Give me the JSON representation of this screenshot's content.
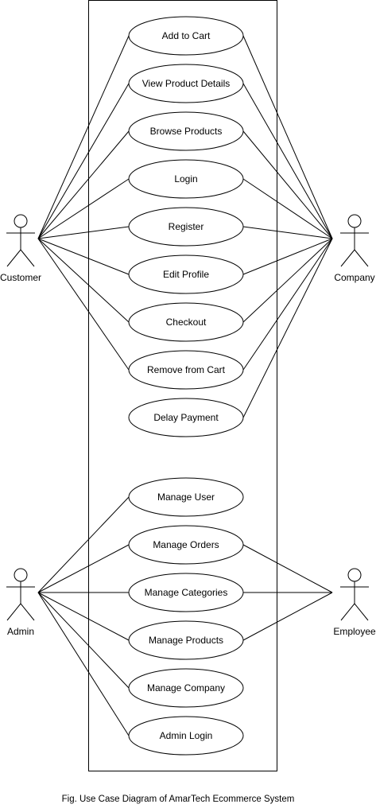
{
  "diagram": {
    "caption": "Fig. Use Case Diagram of AmarTech Ecommerce System",
    "actors": [
      {
        "id": "customer",
        "label": "Customer"
      },
      {
        "id": "company",
        "label": "Company"
      },
      {
        "id": "admin",
        "label": "Admin"
      },
      {
        "id": "employee",
        "label": "Employee"
      }
    ],
    "use_cases": [
      {
        "id": "add-to-cart",
        "label": "Add to Cart"
      },
      {
        "id": "view-product-details",
        "label": "View Product Details"
      },
      {
        "id": "browse-products",
        "label": "Browse Products"
      },
      {
        "id": "login",
        "label": "Login"
      },
      {
        "id": "register",
        "label": "Register"
      },
      {
        "id": "edit-profile",
        "label": "Edit Profile"
      },
      {
        "id": "checkout",
        "label": "Checkout"
      },
      {
        "id": "remove-from-cart",
        "label": "Remove from Cart"
      },
      {
        "id": "delay-payment",
        "label": "Delay Payment"
      },
      {
        "id": "manage-user",
        "label": "Manage User"
      },
      {
        "id": "manage-orders",
        "label": "Manage Orders"
      },
      {
        "id": "manage-categories",
        "label": "Manage Categories"
      },
      {
        "id": "manage-products",
        "label": "Manage Products"
      },
      {
        "id": "manage-company",
        "label": "Manage Company"
      },
      {
        "id": "admin-login",
        "label": "Admin Login"
      }
    ],
    "associations": [
      [
        "customer",
        "add-to-cart"
      ],
      [
        "customer",
        "view-product-details"
      ],
      [
        "customer",
        "browse-products"
      ],
      [
        "customer",
        "login"
      ],
      [
        "customer",
        "register"
      ],
      [
        "customer",
        "edit-profile"
      ],
      [
        "customer",
        "checkout"
      ],
      [
        "customer",
        "remove-from-cart"
      ],
      [
        "company",
        "add-to-cart"
      ],
      [
        "company",
        "view-product-details"
      ],
      [
        "company",
        "browse-products"
      ],
      [
        "company",
        "login"
      ],
      [
        "company",
        "register"
      ],
      [
        "company",
        "edit-profile"
      ],
      [
        "company",
        "checkout"
      ],
      [
        "company",
        "remove-from-cart"
      ],
      [
        "company",
        "delay-payment"
      ],
      [
        "admin",
        "manage-user"
      ],
      [
        "admin",
        "manage-orders"
      ],
      [
        "admin",
        "manage-categories"
      ],
      [
        "admin",
        "manage-products"
      ],
      [
        "admin",
        "manage-company"
      ],
      [
        "admin",
        "admin-login"
      ],
      [
        "employee",
        "manage-orders"
      ],
      [
        "employee",
        "manage-categories"
      ],
      [
        "employee",
        "manage-products"
      ]
    ]
  }
}
